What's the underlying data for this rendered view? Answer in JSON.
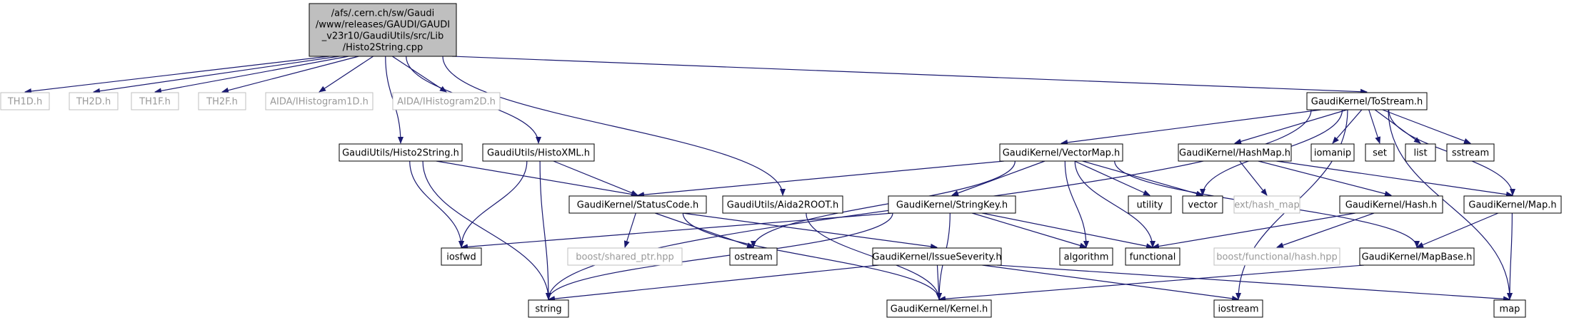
{
  "graph": {
    "root": {
      "lines": [
        "/afs/.cern.ch/sw/Gaudi",
        "/www/releases/GAUDI/GAUDI",
        "_v23r10/GaudiUtils/src/Lib",
        "/Histo2String.cpp"
      ]
    },
    "nodes": {
      "th1d": "TH1D.h",
      "th2d": "TH2D.h",
      "th1f": "TH1F.h",
      "th2f": "TH2F.h",
      "aida1d": "AIDA/IHistogram1D.h",
      "aida2d": "AIDA/IHistogram2D.h",
      "tostream": "GaudiKernel/ToStream.h",
      "histo2string": "GaudiUtils/Histo2String.h",
      "histoxml": "GaudiUtils/HistoXML.h",
      "vectormap": "GaudiKernel/VectorMap.h",
      "hashmap": "GaudiKernel/HashMap.h",
      "iomanip": "iomanip",
      "set": "set",
      "list": "list",
      "sstream": "sstream",
      "statuscode": "GaudiKernel/StatusCode.h",
      "aida2root": "GaudiUtils/Aida2ROOT.h",
      "stringkey": "GaudiKernel/StringKey.h",
      "utility": "utility",
      "vector": "vector",
      "exthashmap": "ext/hash_map",
      "hash": "GaudiKernel/Hash.h",
      "mapH": "GaudiKernel/Map.h",
      "iosfwd": "iosfwd",
      "sharedptr": "boost/shared_ptr.hpp",
      "ostream": "ostream",
      "issueseverity": "GaudiKernel/IssueSeverity.h",
      "algorithm": "algorithm",
      "functional": "functional",
      "boosthash": "boost/functional/hash.hpp",
      "mapbase": "GaudiKernel/MapBase.h",
      "string": "string",
      "kernel": "GaudiKernel/Kernel.h",
      "iostream": "iostream",
      "map": "map"
    }
  },
  "colors": {
    "edge": "#191970",
    "root_fill": "#bfbfbf",
    "missing_border": "#bfbfbf",
    "missing_text": "#999999"
  }
}
